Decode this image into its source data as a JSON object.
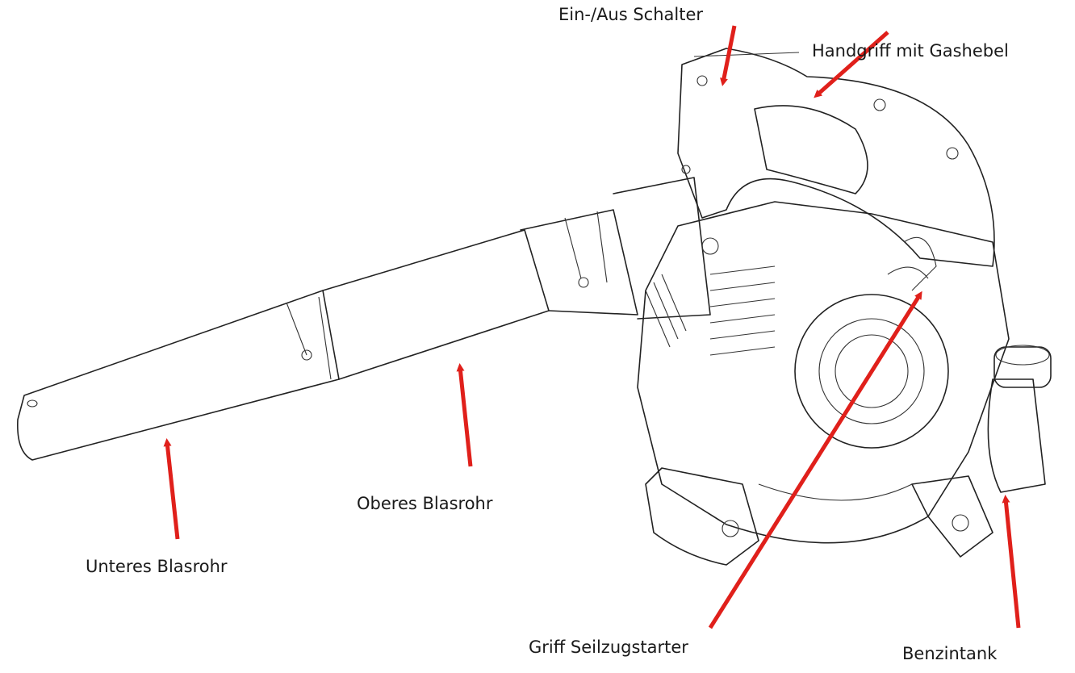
{
  "colors": {
    "arrow": "#e0201b",
    "line": "#222222",
    "background": "#ffffff"
  },
  "labels": {
    "switch": "Ein-/Aus Schalter",
    "handle": "Handgriff mit Gashebel",
    "lower_tube": "Unteres Blasrohr",
    "upper_tube": "Oberes Blasrohr",
    "starter": "Griff Seilzugstarter",
    "tank": "Benzintank"
  }
}
